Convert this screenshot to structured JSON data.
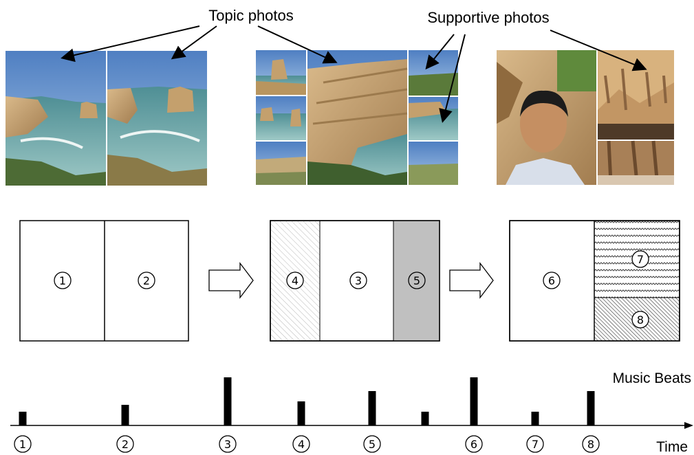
{
  "labels": {
    "topic_photos": "Topic photos",
    "supportive_photos": "Supportive photos",
    "music_beats": "Music Beats",
    "time": "Time"
  },
  "layouts": [
    {
      "slots": [
        {
          "id": "1",
          "fill": "blank"
        },
        {
          "id": "2",
          "fill": "blank"
        }
      ]
    },
    {
      "slots": [
        {
          "id": "4",
          "fill": "light-diagonal-hatch"
        },
        {
          "id": "3",
          "fill": "blank"
        },
        {
          "id": "5",
          "fill": "gray"
        }
      ]
    },
    {
      "slots": [
        {
          "id": "6",
          "fill": "blank"
        },
        {
          "id": "7",
          "fill": "wavy-hatch"
        },
        {
          "id": "8",
          "fill": "dense-diagonal-hatch"
        }
      ]
    }
  ],
  "timeline": {
    "beat_markers": [
      "1",
      "2",
      "3",
      "4",
      "5",
      "6",
      "7",
      "8"
    ],
    "beat_strengths": [
      1,
      1.5,
      3.5,
      1.75,
      2.5,
      1,
      3.5,
      1,
      2.5
    ]
  },
  "colors": {
    "gray_slot": "#c0c0c0",
    "sky": "#6f9cd3",
    "sea": "#5f9a9c",
    "cliff": "#c9a575",
    "vegetation": "#4d6b35"
  }
}
